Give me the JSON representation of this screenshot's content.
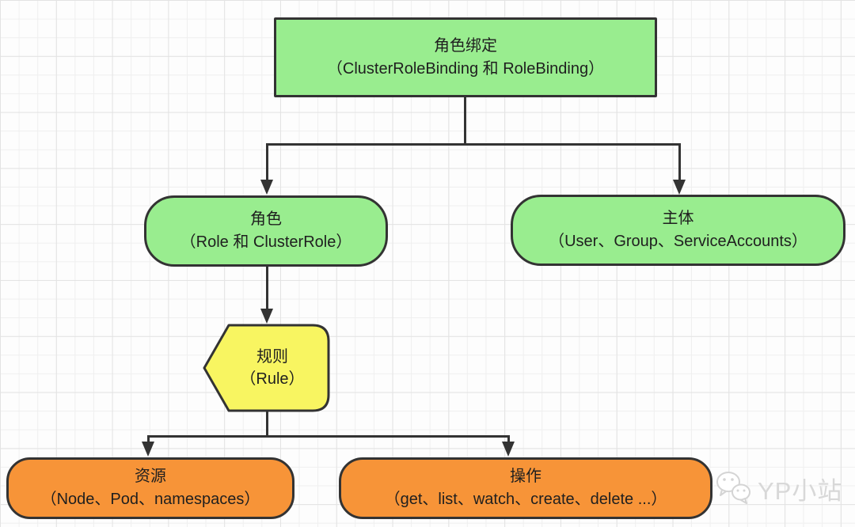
{
  "nodes": {
    "role_binding": {
      "line1": "角色绑定",
      "line2": "（ClusterRoleBinding 和 RoleBinding）"
    },
    "role": {
      "line1": "角色",
      "line2": "（Role 和 ClusterRole）"
    },
    "subject": {
      "line1": "主体",
      "line2": "（User、Group、ServiceAccounts）"
    },
    "rule": {
      "line1": "规则",
      "line2": "（Rule）"
    },
    "resource": {
      "line1": "资源",
      "line2": "（Node、Pod、namespaces）"
    },
    "action": {
      "line1": "操作",
      "line2": "（get、list、watch、create、delete ...）"
    }
  },
  "watermark": {
    "label": "YP小站",
    "icon": "wechat-icon"
  },
  "colors": {
    "green": "#99ED8F",
    "yellow": "#F8F561",
    "orange": "#F79438",
    "border": "#333333",
    "grid_minor": "#EFEFEF",
    "grid_major": "#E3E3E3",
    "watermark": "#D8D8D8"
  }
}
